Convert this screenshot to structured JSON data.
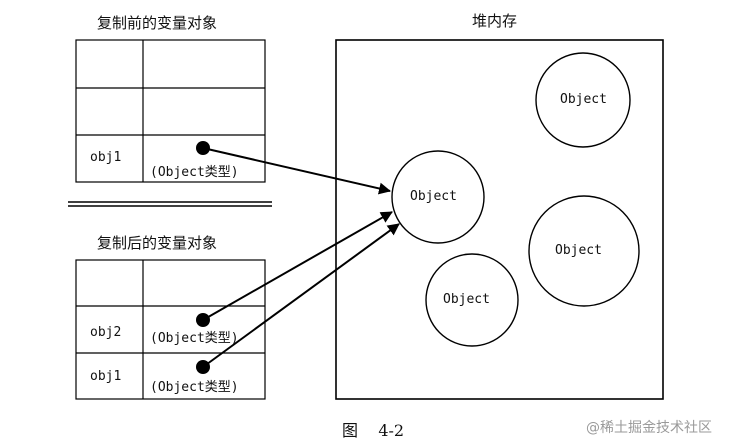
{
  "before": {
    "title": "复制前的变量对象",
    "rows": [
      {
        "name": "",
        "value": ""
      },
      {
        "name": "",
        "value": ""
      },
      {
        "name": "obj1",
        "value": "(Object类型)"
      }
    ]
  },
  "after": {
    "title": "复制后的变量对象",
    "rows": [
      {
        "name": "",
        "value": ""
      },
      {
        "name": "obj2",
        "value": "(Object类型)"
      },
      {
        "name": "obj1",
        "value": "(Object类型)"
      }
    ]
  },
  "heap": {
    "title": "堆内存",
    "objects": [
      "Object",
      "Object",
      "Object",
      "Object"
    ]
  },
  "caption": "图    4-2",
  "watermark": "@稀土掘金技术社区",
  "colors": {
    "line": "#000000",
    "background": "#ffffff"
  }
}
